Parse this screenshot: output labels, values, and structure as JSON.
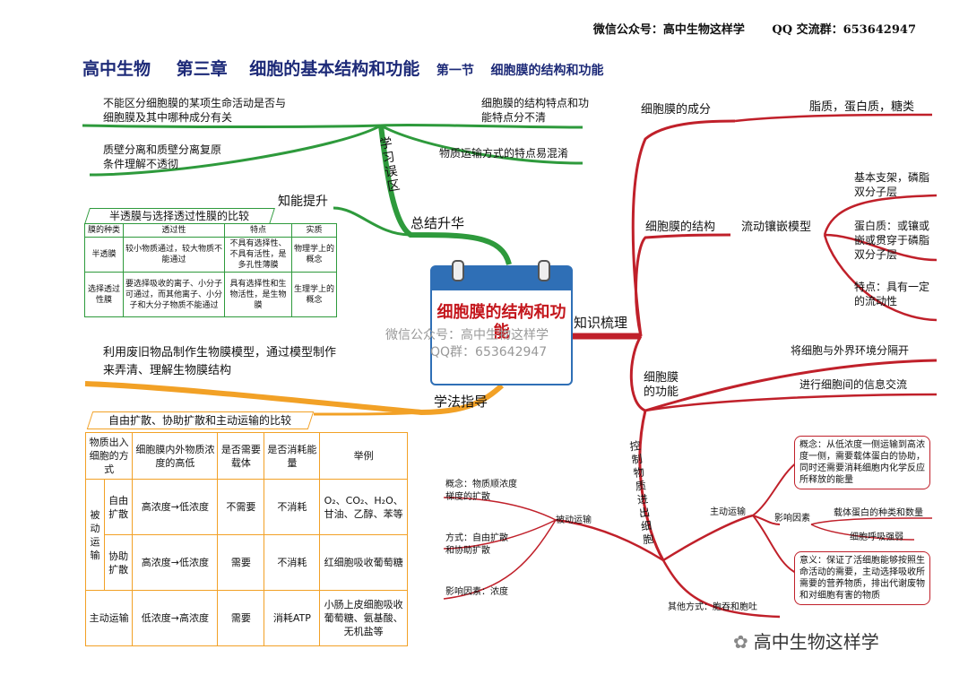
{
  "header": {
    "wechat": "微信公众号：高中生物这样学",
    "qq": "QQ 交流群：653642947"
  },
  "title": {
    "subject": "高中生物",
    "chapter": "第三章",
    "topic": "细胞的基本结构和功能",
    "section": "第一节",
    "section_title": "细胞膜的结构和功能"
  },
  "center": {
    "title": "细胞膜的结构和功能",
    "watermark1": "微信公众号：高中生物这样学",
    "watermark2": "QQ群：653642947"
  },
  "branches": {
    "learn_trap": "学习误区",
    "summary": "总结升华",
    "skill": "知能提升",
    "knowledge": "知识梳理",
    "method": "学法指导"
  },
  "traps": [
    "不能区分细胞膜的某项生命活动是否与细胞膜及其中哪种成分有关",
    "质壁分离和质壁分离复原条件理解不透彻",
    "细胞膜的结构特点和功能特点分不清",
    "物质运输方式的特点易混淆"
  ],
  "table1": {
    "title": "半透膜与选择透过性膜的比较",
    "headers": [
      "膜的种类",
      "透过性",
      "特点",
      "实质"
    ],
    "rows": [
      [
        "半透膜",
        "较小物质通过，较大物质不能通过",
        "不具有选择性、不具有活性，是多孔性薄膜",
        "物理学上的概念"
      ],
      [
        "选择透过性膜",
        "要选择吸收的离子、小分子可通过，而其他离子、小分子和大分子物质不能通过",
        "具有选择性和生物活性，是生物膜",
        "生理学上的概念"
      ]
    ]
  },
  "method_text": "利用废旧物品制作生物膜模型，通过模型制作来弄清、理解生物膜结构",
  "table2": {
    "title": "自由扩散、协助扩散和主动运输的比较",
    "headers": [
      "物质出入细胞的方式",
      "细胞膜内外物质浓度的高低",
      "是否需要载体",
      "是否消耗能量",
      "举例"
    ],
    "group": "被动运输",
    "rows": [
      [
        "自由扩散",
        "高浓度→低浓度",
        "不需要",
        "不消耗",
        "O₂、CO₂、H₂O、甘油、乙醇、苯等"
      ],
      [
        "协助扩散",
        "高浓度→低浓度",
        "需要",
        "不消耗",
        "红细胞吸收葡萄糖"
      ],
      [
        "主动运输",
        "低浓度→高浓度",
        "需要",
        "消耗ATP",
        "小肠上皮细胞吸收葡萄糖、氨基酸、无机盐等"
      ]
    ]
  },
  "knowledge": {
    "composition": {
      "label": "细胞膜的成分",
      "value": "脂质，蛋白质，糖类"
    },
    "structure": {
      "label": "细胞膜的结构",
      "model": "流动镶嵌模型",
      "items": [
        "基本支架，磷脂双分子层",
        "蛋白质：或镶或嵌或贯穿于磷脂双分子层",
        "特点：具有一定的流动性"
      ]
    },
    "function": {
      "label": "细胞膜的功能",
      "items": [
        "将细胞与外界环境分隔开",
        "进行细胞间的信息交流",
        "控制物质进出细胞"
      ]
    },
    "transport": {
      "passive": {
        "label": "被动运输",
        "concept": "概念：物质顺浓度梯度的扩散",
        "way": "方式：自由扩散和协助扩散",
        "factor": "影响因素：浓度"
      },
      "active": {
        "label": "主动运输",
        "concept": "概念：从低浓度一侧运输到高浓度一侧，需要载体蛋白的协助，同时还需要消耗细胞内化学反应所释放的能量",
        "factor_label": "影响因素",
        "factors": [
          "载体蛋白的种类和数量",
          "细胞呼吸强弱"
        ],
        "meaning": "意义：保证了活细胞能够按照生命活动的需要，主动选择吸收所需要的营养物质，排出代谢废物和对细胞有害的物质"
      },
      "other": "其他方式：胞吞和胞吐"
    }
  },
  "footer": "高中生物这样学",
  "colors": {
    "green": "#2e9a3c",
    "red": "#c0202a",
    "orange": "#f2a126",
    "navy": "#1d2a78",
    "blue": "#2f6fb6"
  }
}
